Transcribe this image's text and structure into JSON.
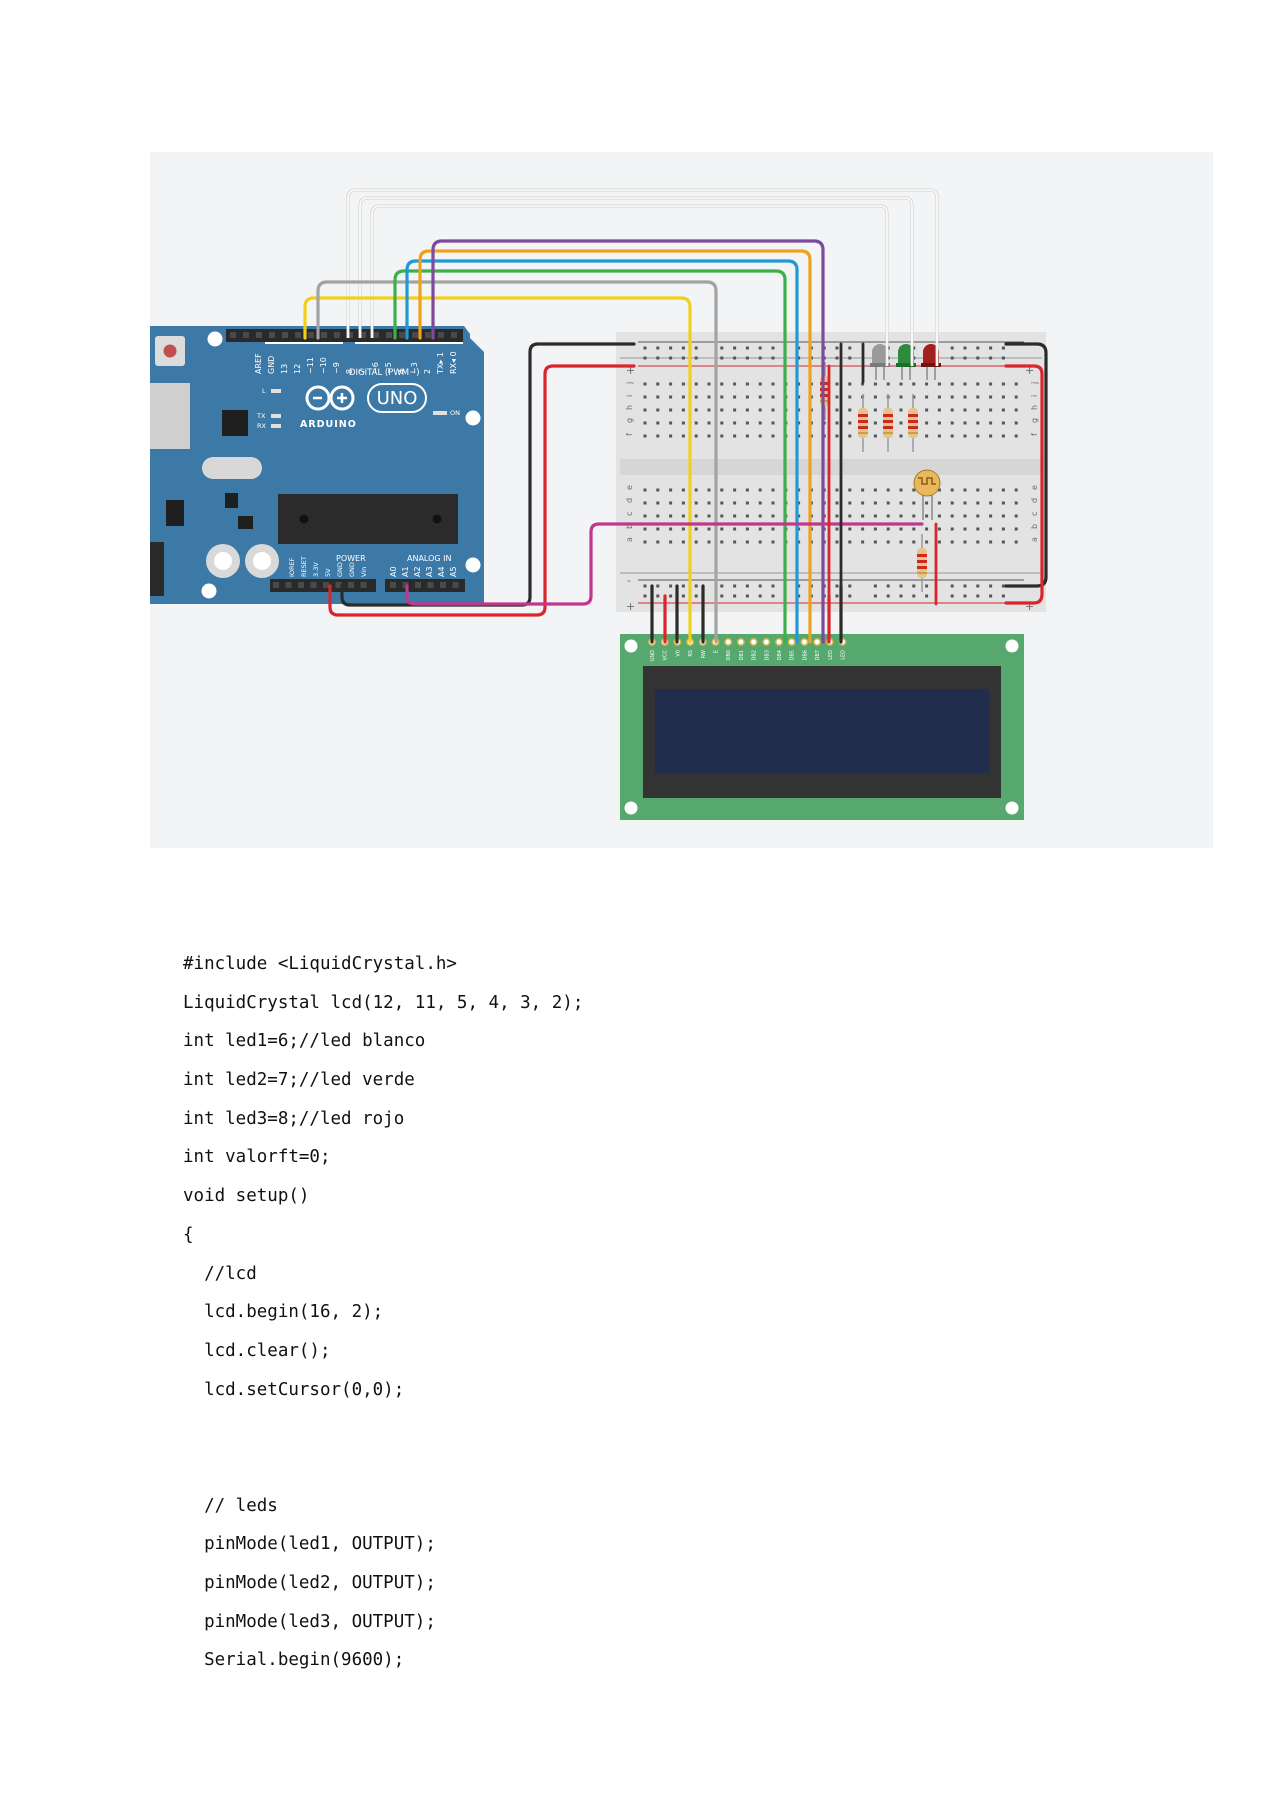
{
  "circuit": {
    "board": {
      "brand": "ARDUINO",
      "model": "UNO",
      "digital_header": "DIGITAL (PWM~)",
      "digital_pins": [
        "AREF",
        "GND",
        "13",
        "12",
        "~11",
        "~10",
        "~9",
        "8",
        "7",
        "~6",
        "~5",
        "4",
        "~3",
        "2",
        "TX▸ 1",
        "RX◂ 0"
      ],
      "power_header": "POWER",
      "power_pins": [
        "IOREF",
        "RESET",
        "3.3V",
        "5V",
        "GND",
        "GND",
        "Vin"
      ],
      "analog_header": "ANALOG IN",
      "analog_pins": [
        "A0",
        "A1",
        "A2",
        "A3",
        "A4",
        "A5"
      ],
      "led_labels": [
        "L",
        "TX",
        "RX",
        "ON"
      ]
    },
    "breadboard": {
      "row_letters_top": [
        "j",
        "i",
        "h",
        "g",
        "f"
      ],
      "row_letters_bottom": [
        "e",
        "d",
        "c",
        "b",
        "a"
      ],
      "rail_plus": "+",
      "rail_minus": "-",
      "column_count": 30
    },
    "leds": [
      {
        "color": "#9a9a9a"
      },
      {
        "color": "#2e8b3d"
      },
      {
        "color": "#a3201c"
      }
    ],
    "lcd": {
      "pins": [
        "GND",
        "VCC",
        "V0",
        "RS",
        "RW",
        "E",
        "DB0",
        "DB1",
        "DB2",
        "DB3",
        "DB4",
        "DB5",
        "DB6",
        "DB7",
        "LED",
        "LED"
      ]
    },
    "wire_colors": {
      "yellow": "#f2d019",
      "grey": "#a3a3a3",
      "green": "#3db04a",
      "blue": "#1f9ad6",
      "orange": "#eda21c",
      "purple": "#7e4a9a",
      "black": "#2b2b2b",
      "red": "#d8262c",
      "magenta": "#c0378e",
      "white": "#ffffff"
    }
  },
  "code": {
    "lines": [
      "#include <LiquidCrystal.h>",
      "LiquidCrystal lcd(12, 11, 5, 4, 3, 2);",
      "int led1=6;//led blanco",
      "int led2=7;//led verde",
      "int led3=8;//led rojo",
      "int valorft=0;",
      "void setup()",
      "{",
      "  //lcd",
      "  lcd.begin(16, 2);",
      "  lcd.clear();",
      "  lcd.setCursor(0,0);",
      "",
      "",
      "  // leds",
      "  pinMode(led1, OUTPUT);",
      "  pinMode(led2, OUTPUT);",
      "  pinMode(led3, OUTPUT);",
      "  Serial.begin(9600);"
    ]
  }
}
